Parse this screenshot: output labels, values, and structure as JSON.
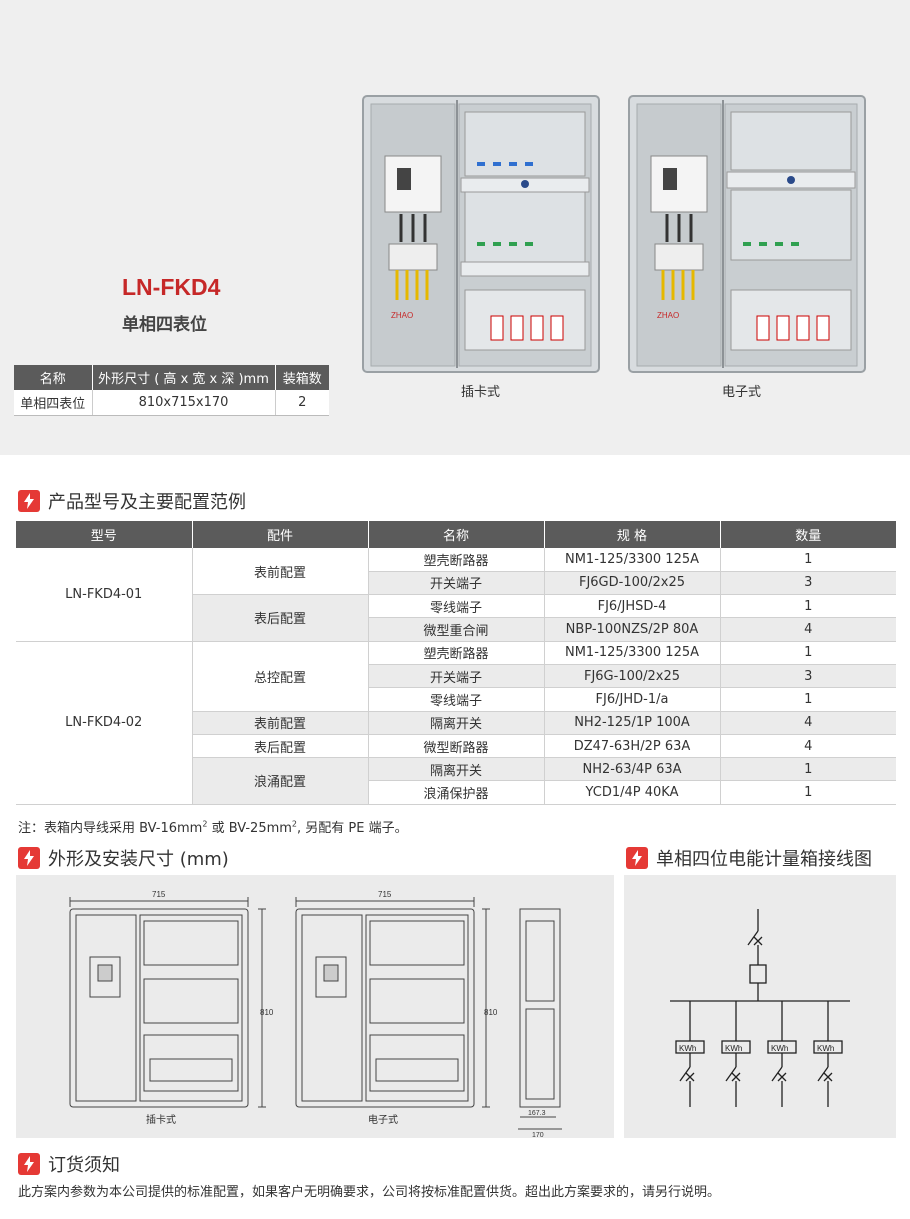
{
  "hero": {
    "model": "LN-FKD4",
    "subtitle": "单相四表位",
    "spec_headers": [
      "名称",
      "外形尺寸 ( 高 x 宽 x 深 )mm",
      "装箱数"
    ],
    "spec_row": [
      "单相四表位",
      "810x715x170",
      "2"
    ],
    "captions": [
      "插卡式",
      "电子式"
    ]
  },
  "config": {
    "heading": "产品型号及主要配置范例",
    "headers": [
      "型号",
      "配件",
      "名称",
      "规 格",
      "数量"
    ],
    "models": [
      "LN-FKD4-01",
      "LN-FKD4-02"
    ],
    "groups": [
      "表前配置",
      "表后配置",
      "总控配置",
      "表前配置",
      "表后配置",
      "浪涌配置"
    ],
    "rows": [
      {
        "name": "塑壳断路器",
        "spec": "NM1-125/3300 125A",
        "qty": "1"
      },
      {
        "name": "开关端子",
        "spec": "FJ6GD-100/2x25",
        "qty": "3"
      },
      {
        "name": "零线端子",
        "spec": "FJ6/JHSD-4",
        "qty": "1"
      },
      {
        "name": "微型重合闸",
        "spec": "NBP-100NZS/2P 80A",
        "qty": "4"
      },
      {
        "name": "塑壳断路器",
        "spec": "NM1-125/3300 125A",
        "qty": "1"
      },
      {
        "name": "开关端子",
        "spec": "FJ6G-100/2x25",
        "qty": "3"
      },
      {
        "name": "零线端子",
        "spec": "FJ6/JHD-1/a",
        "qty": "1"
      },
      {
        "name": "隔离开关",
        "spec": "NH2-125/1P 100A",
        "qty": "4"
      },
      {
        "name": "微型断路器",
        "spec": "DZ47-63H/2P 63A",
        "qty": "4"
      },
      {
        "name": "隔离开关",
        "spec": "NH2-63/4P 63A",
        "qty": "1"
      },
      {
        "name": "浪涌保护器",
        "spec": "YCD1/4P 40KA",
        "qty": "1"
      }
    ],
    "note_a": "注：表箱内导线采用 BV-16mm",
    "note_b": " 或 BV-25mm",
    "note_c": ", 另配有 PE 端子。",
    "sup": "2"
  },
  "dimensions": {
    "heading": "外形及安装尺寸 (mm)",
    "width_label": "715",
    "height_label": "810",
    "depth_label_a": "167.3",
    "depth_label_b": "170",
    "captions": [
      "插卡式",
      "电子式"
    ]
  },
  "wiring": {
    "heading": "单相四位电能计量箱接线图",
    "meter_label": "KWh"
  },
  "order": {
    "heading": "订货须知",
    "text": "此方案内参数为本公司提供的标准配置，如果客户无明确要求，公司将按标准配置供货。超出此方案要求的，请另行说明。"
  },
  "colors": {
    "accent": "#e53935",
    "title_red": "#c62828",
    "header_gray": "#5b5b5b"
  }
}
